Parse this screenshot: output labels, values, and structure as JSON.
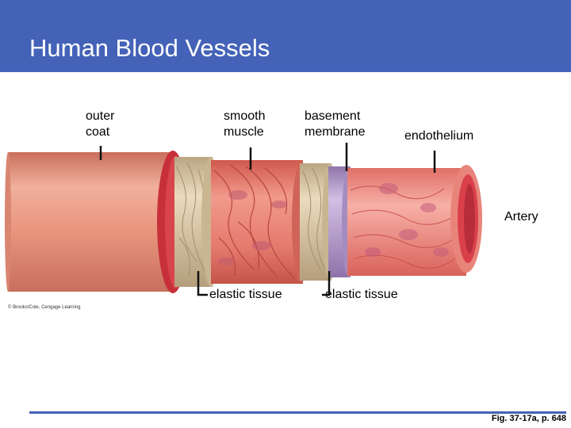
{
  "slide": {
    "title": "Human Blood Vessels",
    "credit": "© Brooks/Cole, Cengage Learning",
    "figure_ref": "Fig. 37-17a, p. 648"
  },
  "labels": {
    "outer_coat": "outer\ncoat",
    "smooth_muscle": "smooth\nmuscle",
    "basement_membrane": "basement\nmembrane",
    "endothelium": "endothelium",
    "artery": "Artery",
    "elastic_tissue_1": "elastic tissue",
    "elastic_tissue_2": "elastic tissue"
  },
  "colors": {
    "title_bar": "#4462b8",
    "outer_coat": "#e8a08a",
    "elastic_tissue": "#d9c8a8",
    "smooth_muscle": "#e57a6e",
    "basement_membrane": "#b89ed0",
    "endothelium": "#ee8880",
    "lumen": "#d9404a"
  }
}
